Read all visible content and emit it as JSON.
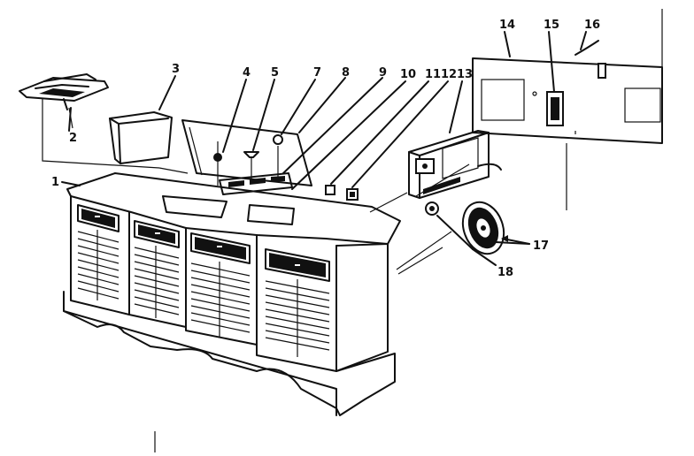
{
  "callouts": [
    {
      "id": "1",
      "label": "1"
    },
    {
      "id": "2",
      "label": "2"
    },
    {
      "id": "3",
      "label": "3"
    },
    {
      "id": "4",
      "label": "4"
    },
    {
      "id": "5",
      "label": "5"
    },
    {
      "id": "7",
      "label": "7"
    },
    {
      "id": "8",
      "label": "8"
    },
    {
      "id": "9",
      "label": "9"
    },
    {
      "id": "10",
      "label": "10"
    },
    {
      "id": "11",
      "label": "11"
    },
    {
      "id": "12",
      "label": "12"
    },
    {
      "id": "13",
      "label": "13"
    },
    {
      "id": "14",
      "label": "14"
    },
    {
      "id": "15",
      "label": "15"
    },
    {
      "id": "16",
      "label": "16"
    },
    {
      "id": "17",
      "label": "17"
    },
    {
      "id": "18",
      "label": "18"
    }
  ],
  "ink_color": "#111111",
  "background_color": "#ffffff"
}
